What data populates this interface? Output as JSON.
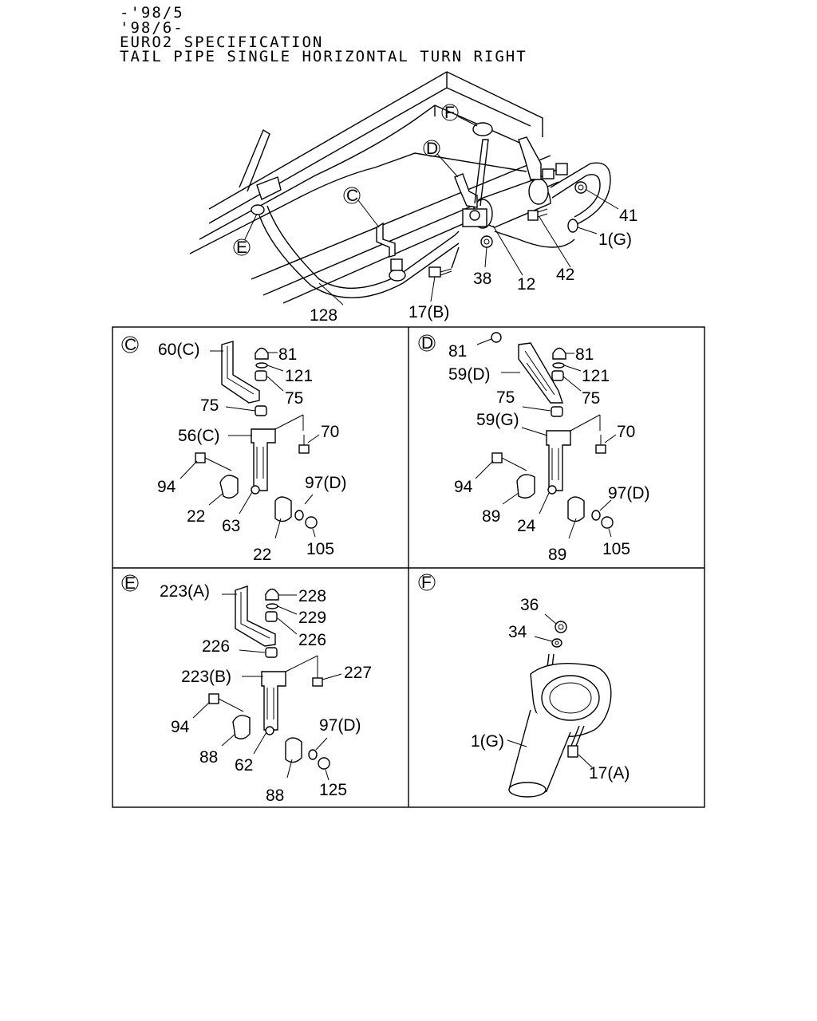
{
  "header": {
    "line1": "-'98/5",
    "line2": "'98/6-",
    "line3": "EURO2 SPECIFICATION",
    "line4": "TAIL PIPE SINGLE HORIZONTAL TURN RIGHT"
  },
  "overview": {
    "markers": {
      "c": "C",
      "d": "D",
      "e": "E",
      "f": "F"
    },
    "labels": {
      "p41": "41",
      "p1g": "1(G)",
      "p42": "42",
      "p12": "12",
      "p38": "38",
      "p17b": "17(B)",
      "p128": "128"
    }
  },
  "panel_c": {
    "marker": "C",
    "labels": {
      "p60c": "60(C)",
      "p81": "81",
      "p121": "121",
      "p75a": "75",
      "p75b": "75",
      "p56c": "56(C)",
      "p70": "70",
      "p94": "94",
      "p97d": "97(D)",
      "p22a": "22",
      "p63": "63",
      "p22b": "22",
      "p105": "105"
    }
  },
  "panel_d": {
    "marker": "D",
    "labels": {
      "p81a": "81",
      "p81b": "81",
      "p59d": "59(D)",
      "p121": "121",
      "p75a": "75",
      "p75b": "75",
      "p59g": "59(G)",
      "p70": "70",
      "p94": "94",
      "p97d": "97(D)",
      "p89a": "89",
      "p24": "24",
      "p105": "105",
      "p89b": "89"
    }
  },
  "panel_e": {
    "marker": "E",
    "labels": {
      "p223a": "223(A)",
      "p228": "228",
      "p229": "229",
      "p226a": "226",
      "p226b": "226",
      "p223b": "223(B)",
      "p227": "227",
      "p94": "94",
      "p97d": "97(D)",
      "p88a": "88",
      "p62": "62",
      "p88b": "88",
      "p125": "125"
    }
  },
  "panel_f": {
    "marker": "F",
    "labels": {
      "p36": "36",
      "p34": "34",
      "p1g": "1(G)",
      "p17a": "17(A)"
    }
  }
}
